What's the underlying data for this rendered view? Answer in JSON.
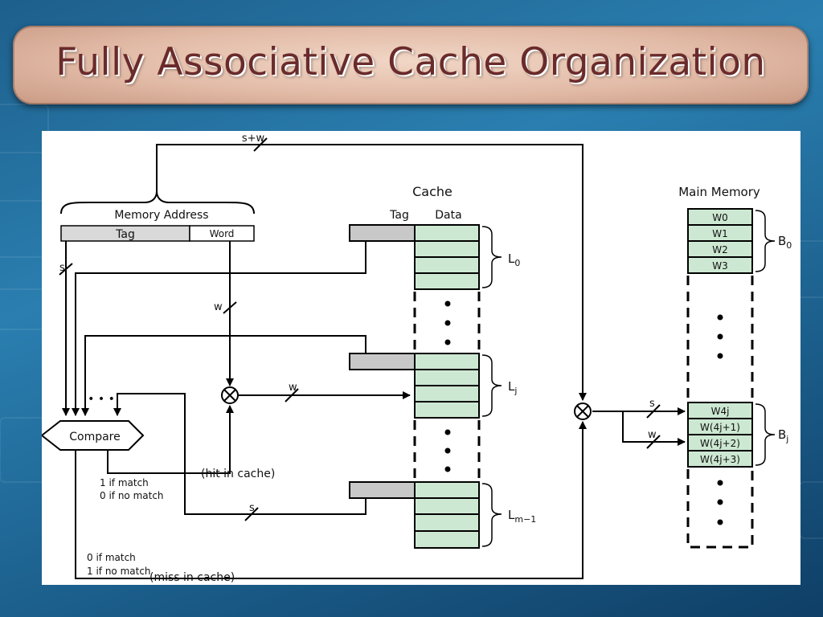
{
  "title": "Fully Associative Cache Organization",
  "diagram": {
    "memory_address": {
      "heading": "Memory Address",
      "tag": "Tag",
      "word": "Word"
    },
    "cache": {
      "heading": "Cache",
      "tag_col": "Tag",
      "data_col": "Data",
      "lines": [
        "L",
        "L",
        "L"
      ],
      "line_subs": [
        "0",
        "j",
        "m−1"
      ]
    },
    "main_memory": {
      "heading": "Main Memory",
      "block0_words": [
        "W0",
        "W1",
        "W2",
        "W3"
      ],
      "blockj_words": [
        "W4j",
        "W(4j+1)",
        "W(4j+2)",
        "W(4j+3)"
      ],
      "block_labels": [
        "B",
        "B"
      ],
      "block_subs": [
        "0",
        "j"
      ]
    },
    "compare": "Compare",
    "bus_labels": {
      "s_plus_w": "s+w",
      "s": "s",
      "w": "w"
    },
    "hit": {
      "label": "(hit in cache)",
      "match": "1 if match",
      "no_match": "0 if no match"
    },
    "miss": {
      "label": "(miss in cache)",
      "match": "0 if match",
      "no_match": "1 if no match"
    },
    "ellipsis": "• • •"
  },
  "colors": {
    "cache_fill": "#cde8d2",
    "tag_fill": "#c8c8c8",
    "title_text": "#6a2b2b",
    "banner": "#e2bba7"
  }
}
